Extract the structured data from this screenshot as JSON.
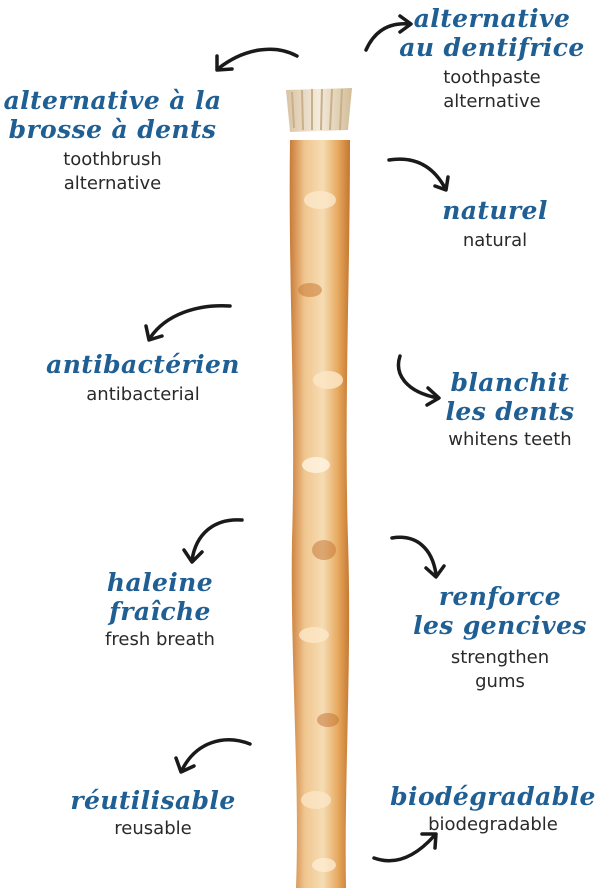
{
  "labels": {
    "toothpaste": {
      "fr_line1": "alternative",
      "fr_line2": "au dentifrice",
      "en_line1": "toothpaste",
      "en_line2": "alternative"
    },
    "toothbrush": {
      "fr_line1": "alternative à la",
      "fr_line2": "brosse à dents",
      "en_line1": "toothbrush",
      "en_line2": "alternative"
    },
    "natural": {
      "fr": "naturel",
      "en": "natural"
    },
    "antibacterial": {
      "fr": "antibactérien",
      "en": "antibacterial"
    },
    "whitens": {
      "fr_line1": "blanchit",
      "fr_line2": "les dents",
      "en": "whitens teeth"
    },
    "fresh_breath": {
      "fr_line1": "haleine",
      "fr_line2": "fraîche",
      "en": "fresh breath"
    },
    "gums": {
      "fr_line1": "renforce",
      "fr_line2": "les gencives",
      "en_line1": "strengthen",
      "en_line2": "gums"
    },
    "reusable": {
      "fr": "réutilisable",
      "en": "reusable"
    },
    "biodegradable": {
      "fr": "biodégradable",
      "en": "biodegradable"
    }
  },
  "colors": {
    "french_text": "#1f5f93",
    "english_text": "#2a2a2a",
    "arrow": "#1a1a1a",
    "stick_light": "#f3d3a4",
    "stick_dark": "#d9904a",
    "bristles": "#eadbc3"
  }
}
